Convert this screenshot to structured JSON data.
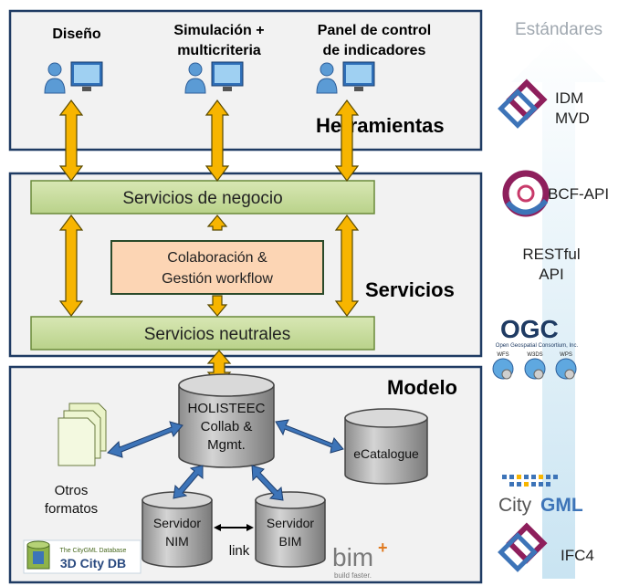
{
  "herramientas": {
    "title": "Herramientas",
    "tools": [
      "Diseño",
      "Simulación +",
      "multicriteria",
      "Panel de control",
      "de indicadores"
    ]
  },
  "servicios": {
    "title": "Servicios",
    "negocio": "Servicios de negocio",
    "colab_line1": "Colaboración &",
    "colab_line2": "Gestión workflow",
    "neutrales": "Servicios neutrales"
  },
  "modelo": {
    "title": "Modelo",
    "db_line1": "HOLISTEEC",
    "db_line2": "Collab &",
    "db_line3": "Mgmt.",
    "ecatalogue": "eCatalogue",
    "otros_line1": "Otros",
    "otros_line2": "formatos",
    "nim_line1": "Servidor",
    "nim_line2": "NIM",
    "bim_line1": "Servidor",
    "bim_line2": "BIM",
    "link": "link",
    "citydb_small": "The CityGML Database",
    "citydb": "3D City DB",
    "bim_logo": "bim",
    "bim_logo_sub": "build faster."
  },
  "standards": {
    "title": "Estándares",
    "idm": "IDM",
    "mvd": "MVD",
    "bcf": "BCF-API",
    "restful_line1": "RESTful",
    "restful_line2": "API",
    "ogc": "OGC",
    "ogc_sub": "Open Geospatial Consortium, Inc.",
    "wfs": "WFS",
    "w3ds": "W3DS",
    "wps": "WPS",
    "city": "City",
    "gml": "GML",
    "ifc4": "IFC4"
  }
}
